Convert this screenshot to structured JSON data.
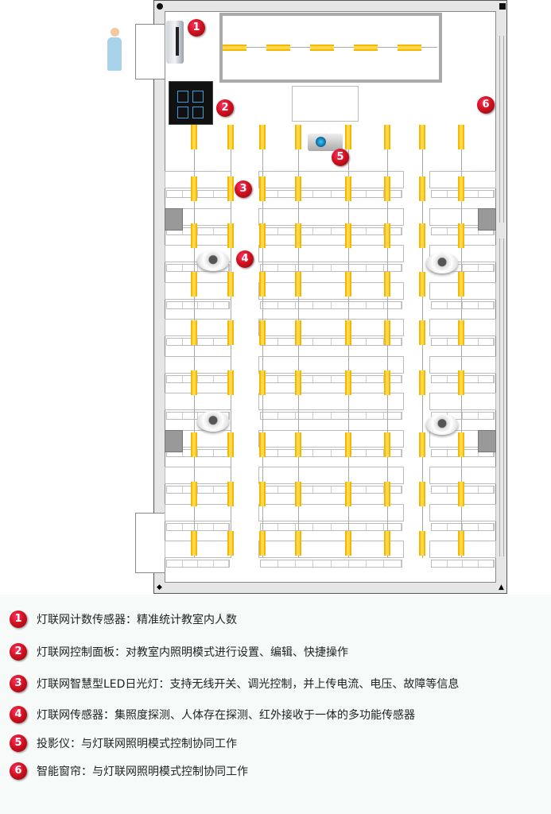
{
  "devices": [
    {
      "num": "1",
      "name": "counting-sensor"
    },
    {
      "num": "2",
      "name": "control-panel"
    },
    {
      "num": "3",
      "name": "led-lamp"
    },
    {
      "num": "4",
      "name": "multi-sensor"
    },
    {
      "num": "5",
      "name": "projector"
    },
    {
      "num": "6",
      "name": "smart-curtain"
    }
  ],
  "legend": [
    {
      "num": "1",
      "text": "灯联网计数传感器：精准统计教室内人数"
    },
    {
      "num": "2",
      "text": "灯联网控制面板：对教室内照明模式进行设置、编辑、快捷操作"
    },
    {
      "num": "3",
      "text": "灯联网智慧型LED日光灯：支持无线开关、调光控制，并上传电流、电压、故障等信息"
    },
    {
      "num": "4",
      "text": "灯联网传感器：集照度探测、人体存在探测、红外接收于一体的多功能传感器"
    },
    {
      "num": "5",
      "text": "投影仪：与灯联网照明模式控制协同工作"
    },
    {
      "num": "6",
      "text": "智能窗帘：与灯联网照明模式控制协同工作"
    }
  ],
  "colors": {
    "lamp": "#ffd84a",
    "badge": "#d1121f"
  }
}
